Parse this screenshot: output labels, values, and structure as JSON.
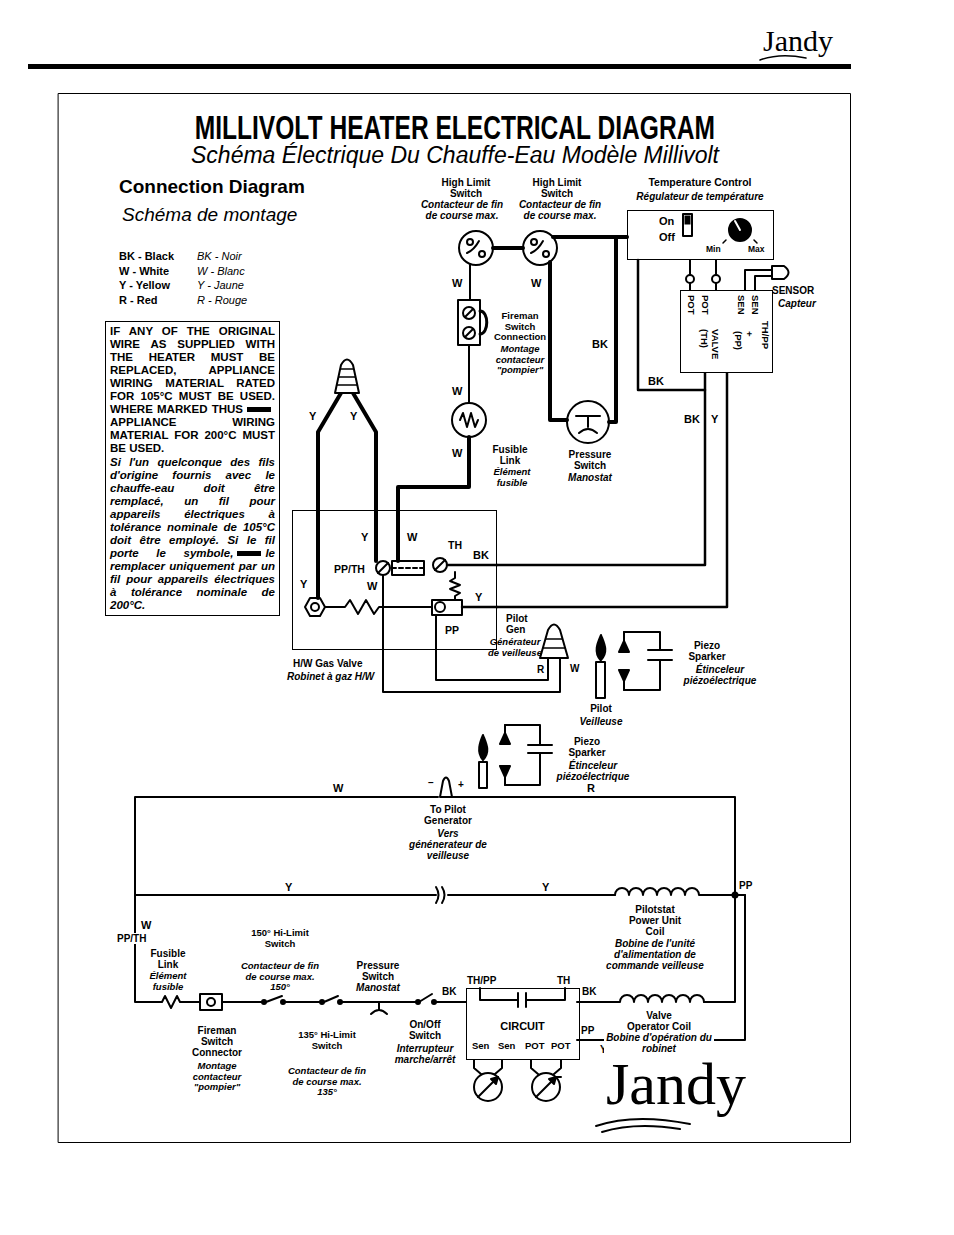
{
  "diagram": {
    "title": "MILLIVOLT HEATER ELECTRICAL DIAGRAM",
    "nodes": [
      {
        "text": [
          "IF ANY OF THE ORIGINAL WIRE AS SUPPLIED WITH THE HEATER MUST BE REPLACED, APPLIANCE WIRING MATERIAL RATED FOR 105°C MUST BE USED. WHERE MARKED THUS",
          "APPLIANCE WIRING MATERIAL FOR 200°C MUST BE USED.",
          "Si l'un quelconque des fils d'origine fournis avec le chauffe-eau doit être remplacé, un fil pour appareils électriques à tolérance nominale de 105°C doit être employé. Si le fil porte le symbole,",
          "le remplacer uniquement par un fil pour appareils électriques à tolérance nominale de 200°C."
        ]
      },
      {
        "text": [
          "Temperature Control",
          "Régulateur de température",
          "On",
          "Off",
          "Min",
          "Max"
        ]
      },
      {
        "text": [
          "POT",
          "POT",
          "SEN",
          "SEN",
          "TH/PP",
          "+ (PP)",
          "VALVE (TH)"
        ]
      },
      {
        "text": [
          "PP/TH",
          "TH",
          "PP",
          "H/W Gas Valve",
          "Robinet à gaz H/W"
        ]
      },
      {
        "text": [
          "CIRCUIT",
          "Sen",
          "Sen",
          "POT",
          "POT"
        ]
      }
    ],
    "edges": [
      {
        "from": 2,
        "to": 3,
        "arrow": "none",
        "label": "BK"
      },
      {
        "from": 2,
        "to": 3,
        "arrow": "none",
        "label": "Y"
      }
    ],
    "labels": [
      "Jandy",
      "Schéma Électrique Du Chauffe-Eau Modèle Millivolt",
      "Connection Diagram",
      "Schéma de montage",
      "High Limit Switch",
      "Contacteur de fin de course max.",
      "High Limit Switch",
      "Contacteur de fin de course max.",
      "W",
      "W",
      "Fireman Switch Connection",
      "Montage contacteur \"pompier\"",
      "BK",
      "W",
      "W",
      "Fusible Link",
      "Élément fusible",
      "Pressure Switch",
      "Manostat",
      "BK",
      "SENSOR",
      "Capteur",
      "Y",
      "Y",
      "Y",
      "W",
      "Y",
      "W",
      "BK",
      "Y",
      "Pilot Gen",
      "Générateur de veilleuse",
      "R",
      "W",
      "Pilot",
      "Veilleuse",
      "Piezo Sparker",
      "Étinceleur piézoélectrique",
      "Piezo Sparker",
      "Étinceleur piézoélectrique",
      "W",
      "R",
      "–",
      "+",
      "To Pilot Generator",
      "Vers génénerateur de veilleuse",
      "Y",
      "Y",
      "PP",
      "Pilotstat Power Unit Coil",
      "Bobine de l'unité d'alimentation de commande veilleuse",
      "W",
      "PP/TH",
      "Fusible Link",
      "Élément fusible",
      "150° Hi-Limit Switch",
      "Contacteur de fin de course max. 150°",
      "Pressure Switch",
      "Manostat",
      "TH/PP",
      "TH",
      "BK",
      "BK",
      "On/Off Switch",
      "Interrupteur marche/arrêt",
      "PP",
      "Y",
      "Valve Operator Coil",
      "Bobine d'opération du robinet",
      "Fireman Switch Connector",
      "Montage contacteur \"pompier\"",
      "135° Hi-Limit Switch",
      "Contacteur de fin de course max. 135°",
      "Jandy"
    ],
    "legend": [
      {
        "text": "BK - Black"
      },
      {
        "text": "W - White"
      },
      {
        "text": "Y - Yellow"
      },
      {
        "text": "R - Red"
      },
      {
        "text": "BK - Noir"
      },
      {
        "text": "W - Blanc"
      },
      {
        "text": "Y - Jaune"
      },
      {
        "text": "R - Rouge"
      }
    ]
  }
}
